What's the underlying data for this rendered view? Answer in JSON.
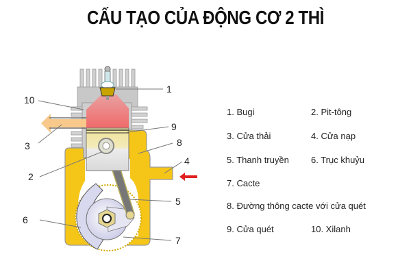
{
  "title": "CẤU TẠO CỦA ĐỘNG CƠ 2 THÌ",
  "diagram": {
    "callouts": [
      {
        "n": "1",
        "part": "Bugi"
      },
      {
        "n": "2",
        "part": "Pit-tông"
      },
      {
        "n": "3",
        "part": "Cửa thải"
      },
      {
        "n": "4",
        "part": "Cửa nạp"
      },
      {
        "n": "5",
        "part": "Thanh truyền"
      },
      {
        "n": "6",
        "part": "Trục khuỷu"
      },
      {
        "n": "7",
        "part": "Cacte"
      },
      {
        "n": "8",
        "part": "Đường thông cacte với cửa quét"
      },
      {
        "n": "9",
        "part": "Cửa quét"
      },
      {
        "n": "10",
        "part": "Xilanh"
      }
    ],
    "colors": {
      "crankcase": "#f5c518",
      "combustion": "#f07070",
      "exhaust_arrow": "#f8c98a",
      "intake_arrow": "#e02020",
      "cylinder_gray": "#c8c8c8"
    }
  },
  "legend": {
    "rows": [
      [
        "1. Bugi",
        "2.  Pit-tông"
      ],
      [
        "3. Cửa thải",
        "4. Cửa nạp"
      ],
      [
        "5. Thanh truyền",
        "6. Trục khuỷu"
      ],
      [
        "7. Cacte"
      ],
      [
        "8. Đường thông cacte với cửa quét"
      ],
      [
        "9. Cửa quét",
        "10. Xilanh"
      ]
    ]
  }
}
